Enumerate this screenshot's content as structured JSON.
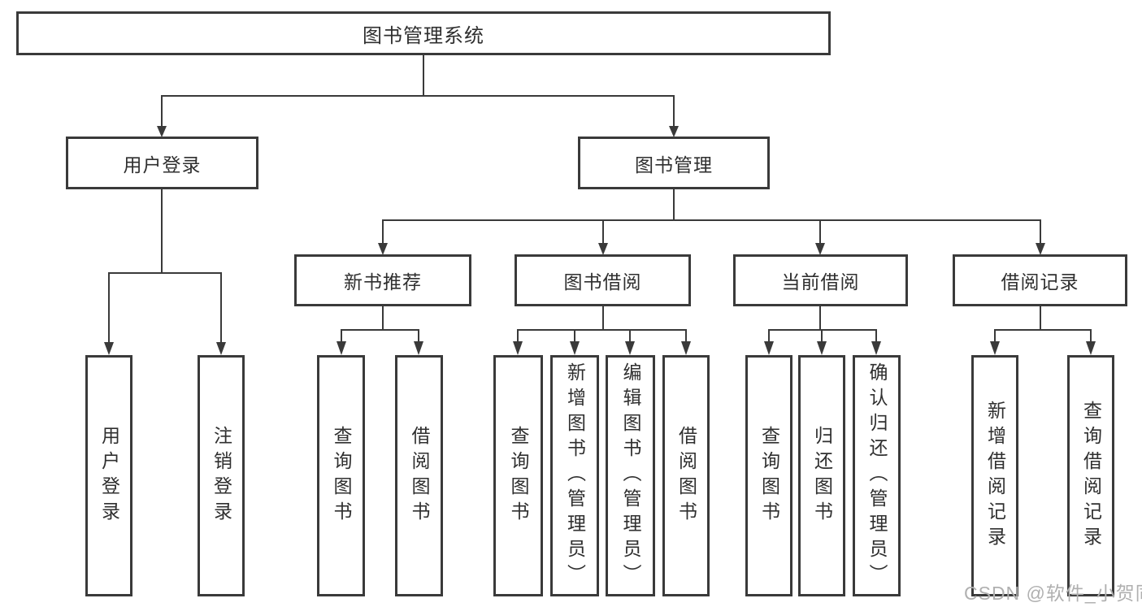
{
  "tree": {
    "root": {
      "label": "图书管理系统",
      "children": [
        {
          "label": "用户登录",
          "children": [
            {
              "label": "用户登录"
            },
            {
              "label": "注销登录"
            }
          ]
        },
        {
          "label": "图书管理",
          "children": [
            {
              "label": "新书推荐",
              "children": [
                {
                  "label": "查询图书"
                },
                {
                  "label": "借阅图书"
                }
              ]
            },
            {
              "label": "图书借阅",
              "children": [
                {
                  "label": "查询图书"
                },
                {
                  "label": "新增图书（管理员）"
                },
                {
                  "label": "编辑图书（管理员）"
                },
                {
                  "label": "借阅图书"
                }
              ]
            },
            {
              "label": "当前借阅",
              "children": [
                {
                  "label": "查询图书"
                },
                {
                  "label": "归还图书"
                },
                {
                  "label": "确认归还（管理员）"
                }
              ]
            },
            {
              "label": "借阅记录",
              "children": [
                {
                  "label": "新增借阅记录"
                },
                {
                  "label": "查询借阅记录"
                }
              ]
            }
          ]
        }
      ]
    }
  },
  "watermark": {
    "text": "CSDN @软件_小贺同学"
  },
  "colors": {
    "background": "#ffffff",
    "line": "#3a3a3a",
    "box_border": "#3a3a3a",
    "text": "#2f2f2f",
    "watermark": "#b0b0b0"
  }
}
